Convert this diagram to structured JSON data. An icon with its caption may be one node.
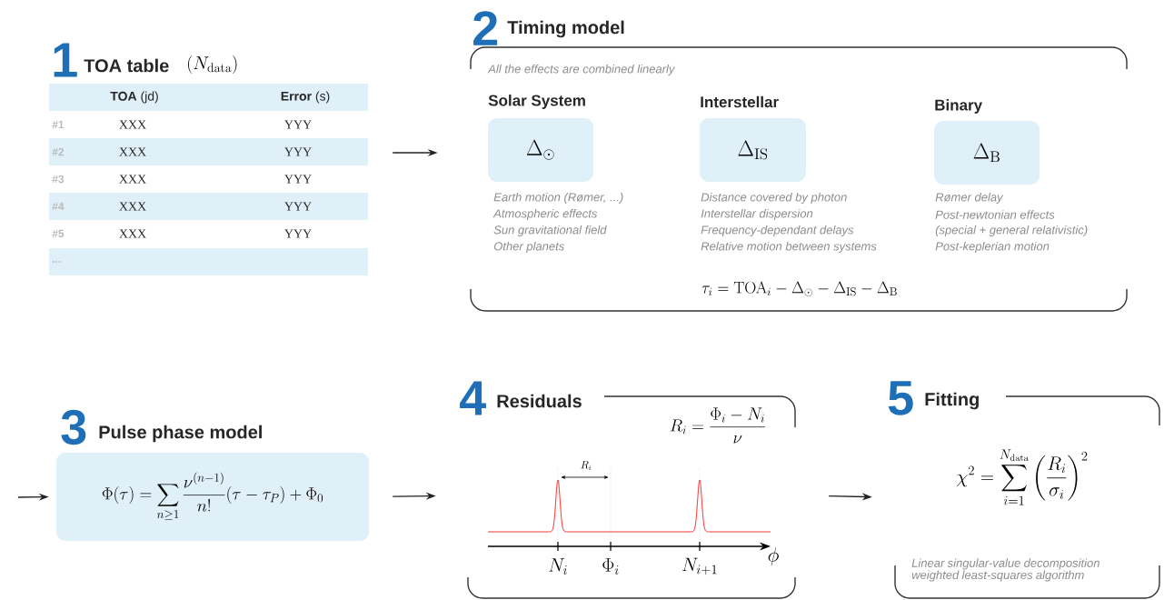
{
  "diagram": {
    "nodes": [
      {
        "text": [
          "1",
          "TOA table",
          "(N_{\\mathrm{data}})"
        ]
      },
      {
        "text": [
          "2",
          "Timing model",
          "All the effects are combined linearly",
          "\\tau_i = \\mathrm{TOA}_i - \\Delta_\\odot - \\Delta_{\\mathrm{IS}} - \\Delta_{\\mathrm{B}}"
        ]
      },
      {
        "text": [
          "Solar System",
          "\\Delta_\\odot"
        ],
        "beside": [
          "Earth motion (Rømer, ...)",
          "Atmospheric effects",
          "Sun gravitational field",
          "Other planets"
        ],
        "in": 1
      },
      {
        "text": [
          "Interstellar",
          "\\Delta_{\\mathrm{IS}}"
        ],
        "beside": [
          "Distance covered by photon",
          "Interstellar dispersion",
          "Frequency-dependant delays",
          "Relative motion between systems"
        ],
        "in": 1
      },
      {
        "text": [
          "Binary",
          "\\Delta_{\\mathrm{B}}"
        ],
        "beside": [
          "Rømer delay",
          "Post-newtonian effects",
          "(special + general relativistic)",
          "Post-keplerian motion"
        ],
        "in": 1
      },
      {
        "text": [
          "3",
          "Pulse phase model",
          "\\Phi(\\tau) = \\sum_{n\\geq 1} \\frac{\\nu^{(n-1)}}{n!}(\\tau - \\tau_P) + \\Phi_0"
        ]
      },
      {
        "text": [
          "4",
          "Residuals",
          "R_i = \\frac{\\Phi_i - N_i}{\\nu}",
          "R_i",
          "N_i",
          "\\Phi_i",
          "N_{i+1}",
          "\\phi"
        ]
      },
      {
        "text": [
          "5",
          "Fitting",
          "\\chi^2 = \\sum_{i=1}^{N_{\\mathrm{data}}} \\left(\\frac{R_i}{\\sigma_i}\\right)^2",
          "Linear singular-value decomposition weighted least-squares algorithm"
        ]
      }
    ],
    "edges": [
      {
        "from": 0,
        "to": 1,
        "arrow": "to"
      },
      {
        "from": null,
        "to": 5,
        "arrow": "to"
      },
      {
        "from": 5,
        "to": 6,
        "arrow": "to"
      },
      {
        "from": 6,
        "to": 7,
        "arrow": "to"
      }
    ],
    "labels": [
      "**TOA** (jd)",
      "**Error** (s)",
      "#1",
      "XXX",
      "YYY",
      "#2",
      "XXX",
      "YYY",
      "#3",
      "XXX",
      "YYY",
      "#4",
      "XXX",
      "YYY",
      "#5",
      "XXX",
      "YYY",
      "..."
    ]
  }
}
